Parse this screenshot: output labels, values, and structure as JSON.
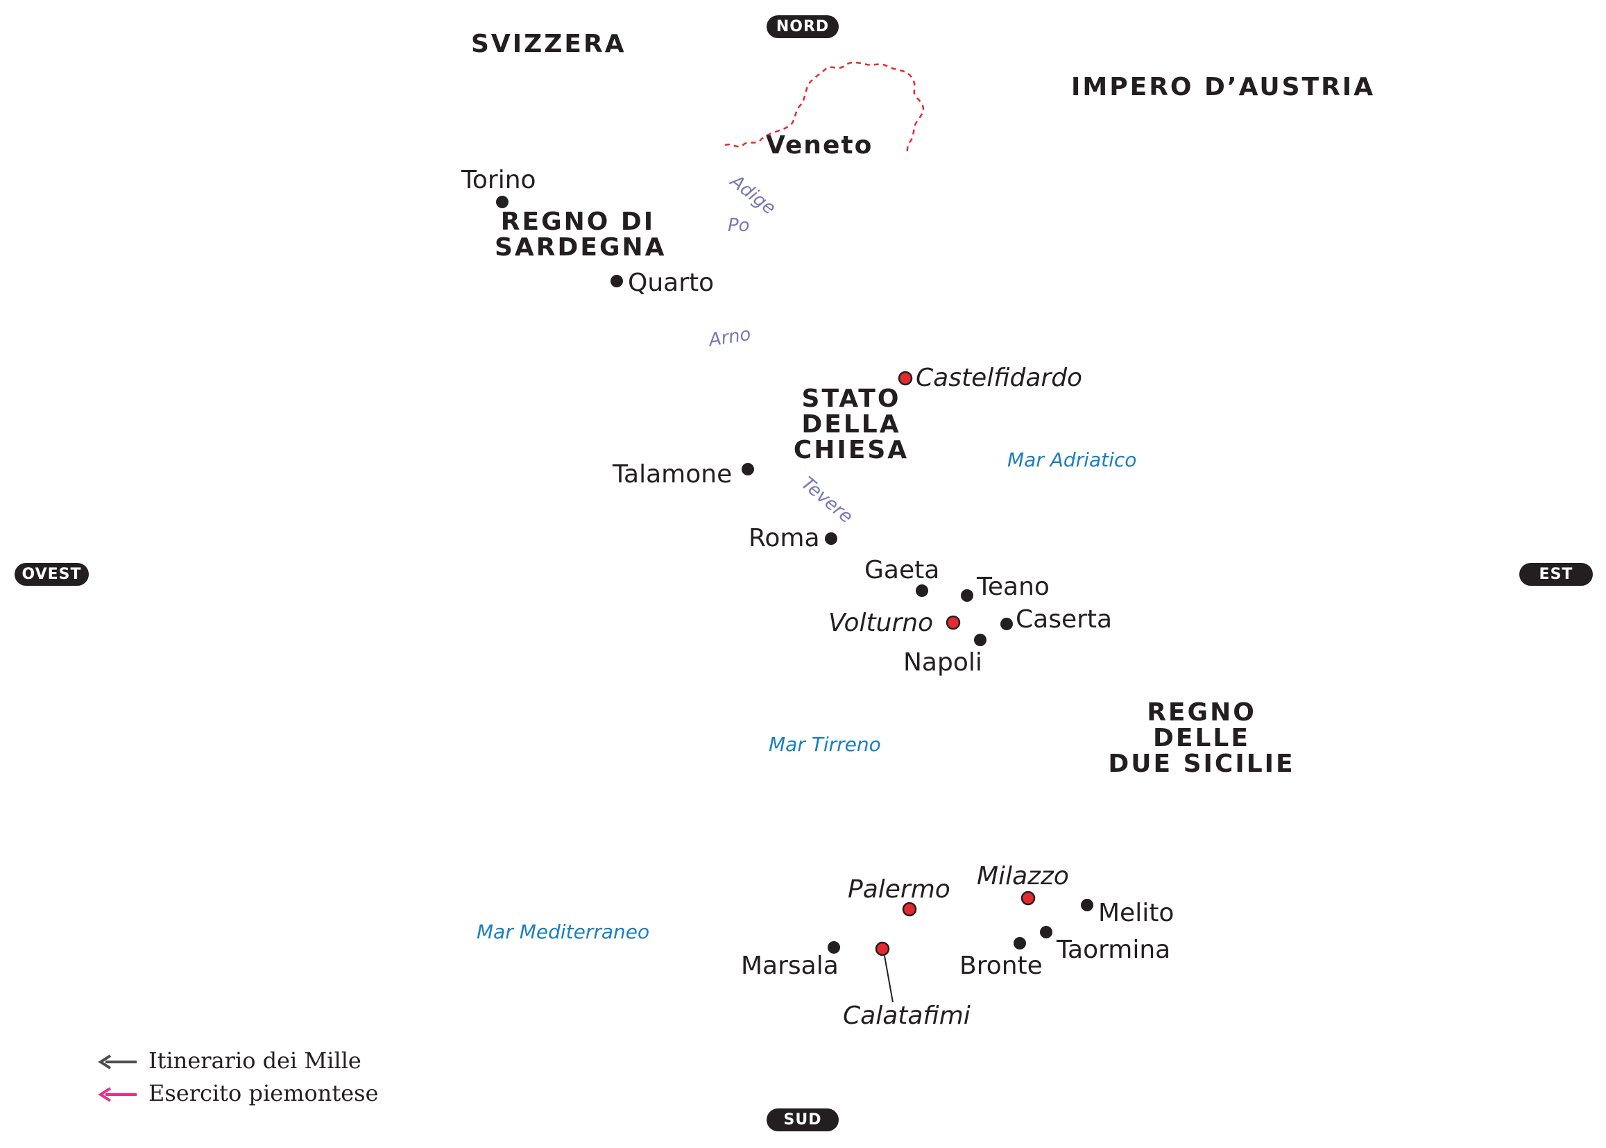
{
  "compass": {
    "north": "NORD",
    "south": "SUD",
    "west": "OVEST",
    "east": "EST"
  },
  "states": {
    "svizzera": "SVIZZERA",
    "austria": "IMPERO D’AUSTRIA",
    "veneto": "Veneto",
    "sardegna": [
      "REGNO DI",
      "SARDEGNA"
    ],
    "chiesa": [
      "STATO",
      "DELLA",
      "CHIESA"
    ],
    "due_sicilie": [
      "REGNO DELLE",
      "DUE SICILIE"
    ]
  },
  "rivers": {
    "adige": "Adige",
    "po": "Po",
    "arno": "Arno",
    "tevere": "Tevere"
  },
  "seas": {
    "adriatico": "Mar Adriatico",
    "tirreno": "Mar Tirreno",
    "mediterraneo": "Mar Mediterraneo"
  },
  "cities": {
    "torino": "Torino",
    "quarto": "Quarto",
    "talamone": "Talamone",
    "roma": "Roma",
    "gaeta": "Gaeta",
    "teano": "Teano",
    "caserta": "Caserta",
    "napoli": "Napoli",
    "marsala": "Marsala",
    "melito": "Melito",
    "taormina": "Taormina",
    "bronte": "Bronte"
  },
  "battles": {
    "castelfidardo": "Castelfidardo",
    "volturno": "Volturno",
    "palermo": "Palermo",
    "milazzo": "Milazzo",
    "calatafimi": "Calatafimi"
  },
  "legend": {
    "mille": "Itinerario dei Mille",
    "piemontese": "Esercito piemontese"
  },
  "colors": {
    "city_marker": "#231f20",
    "battle_marker": "#e52a2f",
    "border_line": "#e52a2f",
    "mille_arrow": "#4d4d4d",
    "piemontese_arrow": "#e8318a",
    "sea_text": "#1a7fc1",
    "river_text": "#7b78b8"
  }
}
